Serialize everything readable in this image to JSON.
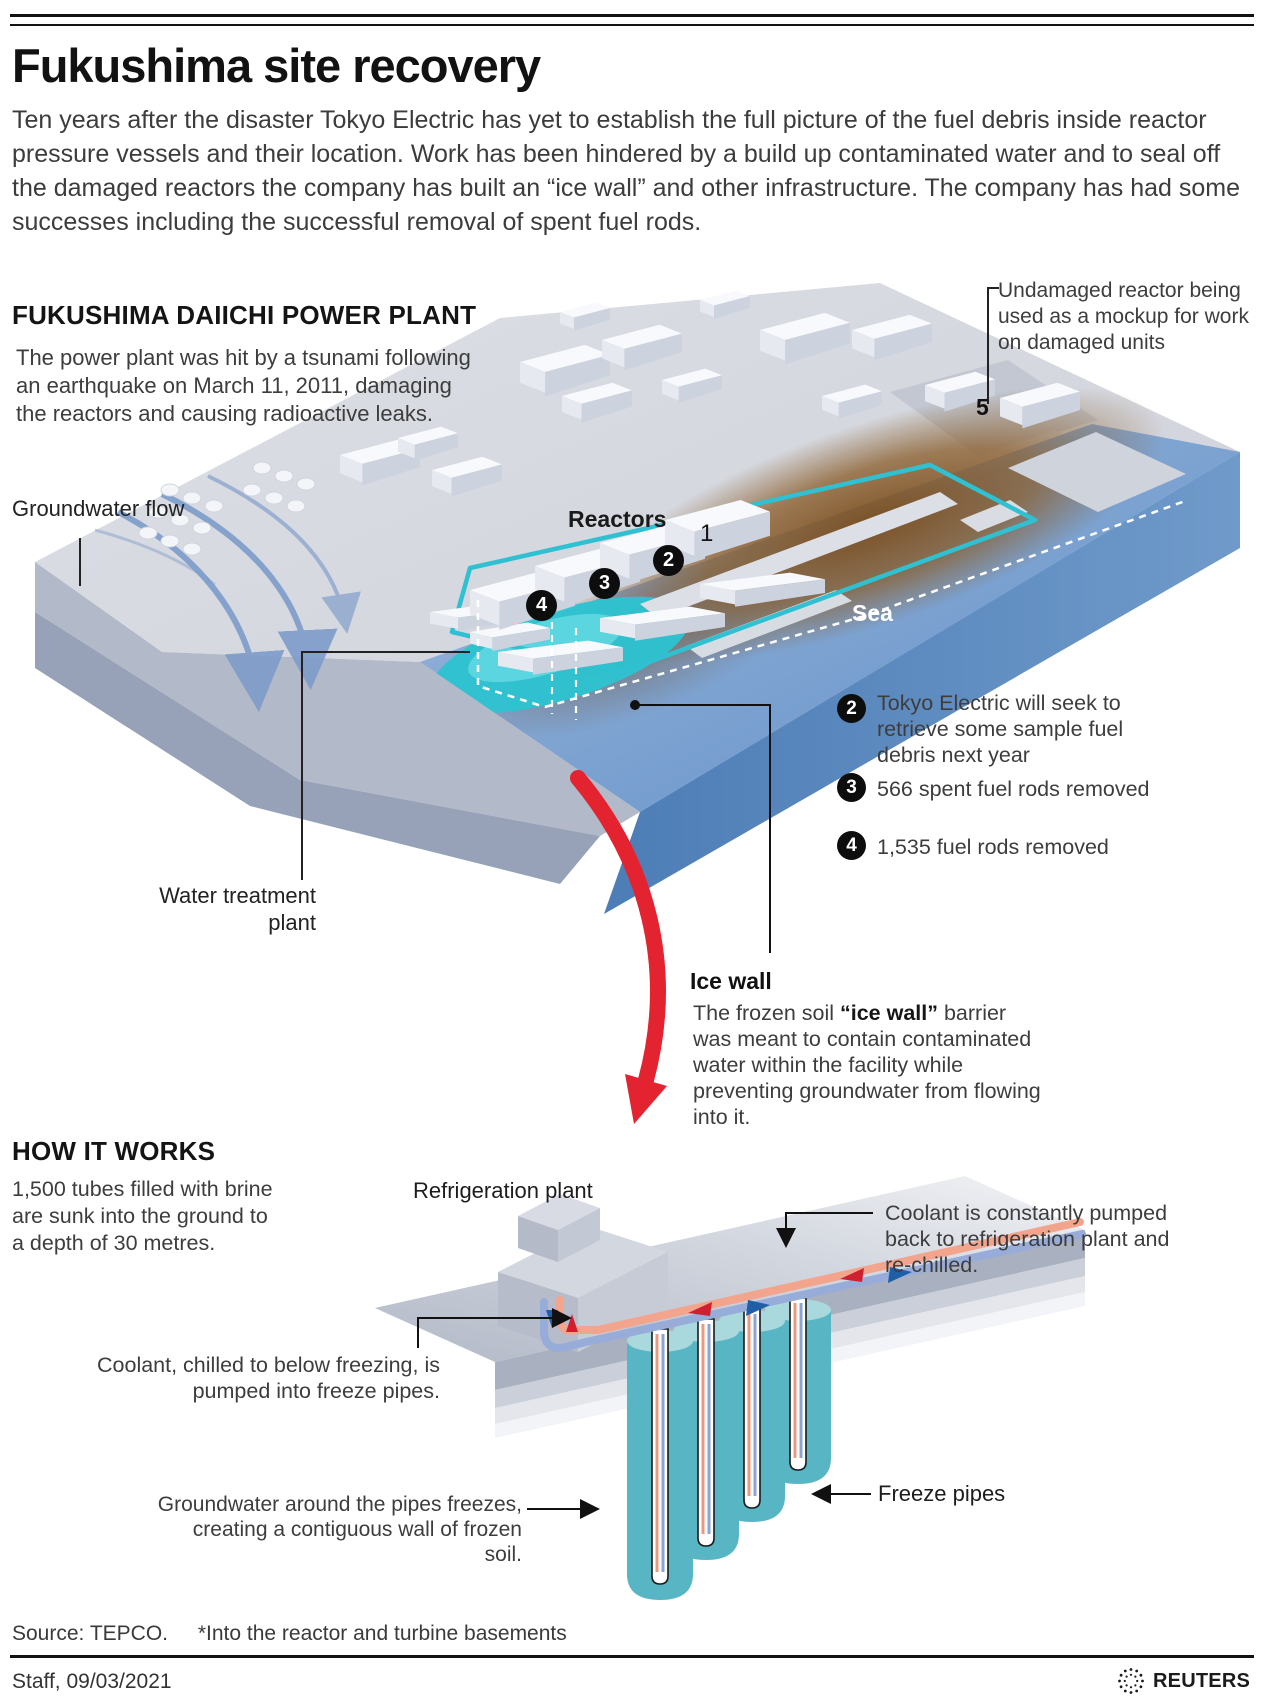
{
  "page": {
    "title": "Fukushima site recovery",
    "intro": "Ten years after the disaster Tokyo Electric has yet to establish the full picture of the fuel debris inside reactor pressure vessels and their location. Work has been hindered by a build up contaminated water and to seal off the damaged reactors the company has built an “ice wall” and other infrastructure. The company has had some successes including the successful removal of spent fuel rods."
  },
  "plant": {
    "heading": "FUKUSHIMA DAIICHI POWER PLANT",
    "description": "The power plant was hit by a tsunami following an earthquake on March 11, 2011, damaging the reactors and causing radioactive leaks.",
    "labels": {
      "groundwater": "Groundwater flow",
      "reactors": "Reactors",
      "sea": "Sea",
      "water_treatment": "Water treatment plant",
      "mockup": "Undamaged reactor being used as a mockup for work on damaged units",
      "unit1": "1",
      "unit5": "5"
    },
    "markers": [
      {
        "number": "4"
      },
      {
        "number": "3"
      },
      {
        "number": "2"
      }
    ],
    "notes": [
      {
        "number": "2",
        "text": "Tokyo Electric will seek to retrieve some sample fuel debris next year"
      },
      {
        "number": "3",
        "text": "566 spent fuel rods removed"
      },
      {
        "number": "4",
        "text": "1,535 fuel rods removed"
      }
    ],
    "ice_wall": {
      "heading": "Ice wall",
      "lead": "The frozen soil ",
      "bold": "“ice wall”",
      "rest": " barrier was meant to contain contaminated water within the facility while preventing groundwater from flowing into it."
    }
  },
  "how": {
    "heading": "HOW IT WORKS",
    "description": "1,500 tubes filled with brine are sunk into the ground to a depth of 30 metres.",
    "labels": {
      "refrigeration": "Refrigeration plant",
      "coolant_return": "Coolant is constantly pumped back to refrigeration plant and re-chilled.",
      "coolant_supply": "Coolant, chilled to below freezing, is pumped into freeze pipes.",
      "freezing": "Groundwater around the pipes freezes, creating a contiguous wall of frozen soil.",
      "freeze_pipes": "Freeze pipes"
    }
  },
  "footer": {
    "source": "Source: TEPCO.",
    "note": "*Into the reactor and turbine basements",
    "byline": "Staff, 09/03/2021",
    "agency": "REUTERS"
  },
  "colors": {
    "sea": "#6794c9",
    "ice_wall_line": "#2fc0d2",
    "frozen_soil": "#58b6c4",
    "arrow_red": "#e42330",
    "coolant_warm": "#f3a48d",
    "coolant_cold": "#97acd9"
  }
}
